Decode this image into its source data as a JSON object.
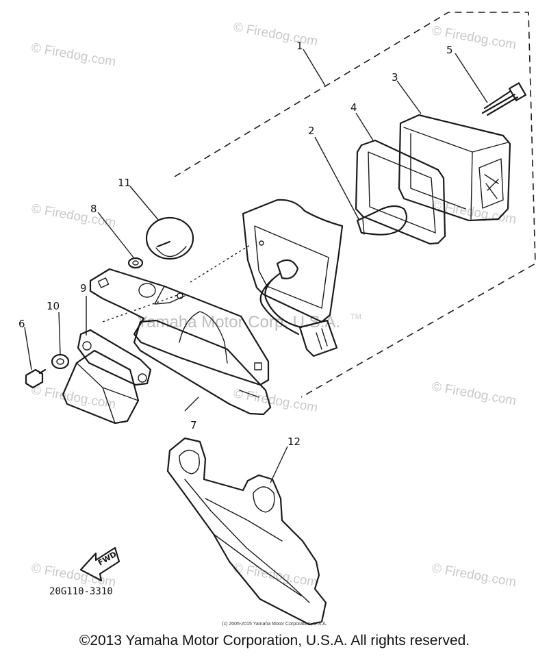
{
  "watermark": {
    "text": "© Firedog.com",
    "center_text": "Yamaha Motor Corp, U.S.A.",
    "tm": "TM"
  },
  "callouts": [
    "1",
    "2",
    "3",
    "4",
    "5",
    "6",
    "7",
    "8",
    "9",
    "10",
    "11",
    "12"
  ],
  "fwd_label": "FWD",
  "part_number": "20G110-3310",
  "copyright_small": "(c) 2005-2015 Yamaha Motor Corporation, U.S.A.",
  "copyright": "©2013 Yamaha Motor Corporation, U.S.A. All rights reserved."
}
